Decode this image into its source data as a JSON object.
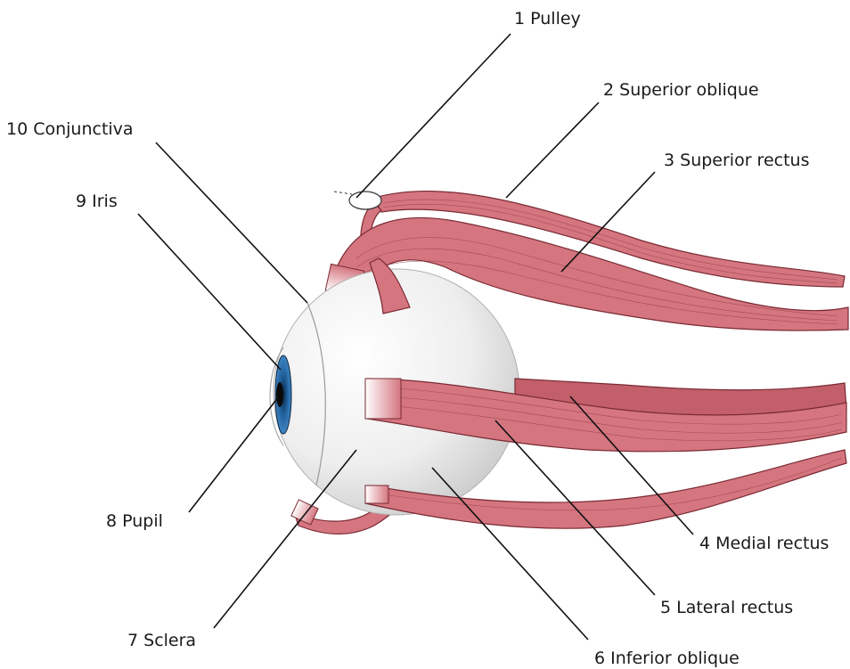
{
  "labels": {
    "pulley": "1  Pulley",
    "superior_oblique": "2  Superior oblique",
    "superior_rectus": "3  Superior rectus",
    "medial_rectus": "4  Medial rectus",
    "lateral_rectus": "5  Lateral rectus",
    "inferior_oblique": "6  Inferior oblique",
    "sclera": "7  Sclera",
    "pupil": "8  Pupil",
    "iris": "9  Iris",
    "conjunctiva": "10  Conjunctiva"
  },
  "colors": {
    "muscle": "#d4757f",
    "muscle_outline": "#7a2a33",
    "iris": "#1f5f9a",
    "sclera_light": "#ffffff",
    "sclera_shade": "#cfcfcf"
  }
}
